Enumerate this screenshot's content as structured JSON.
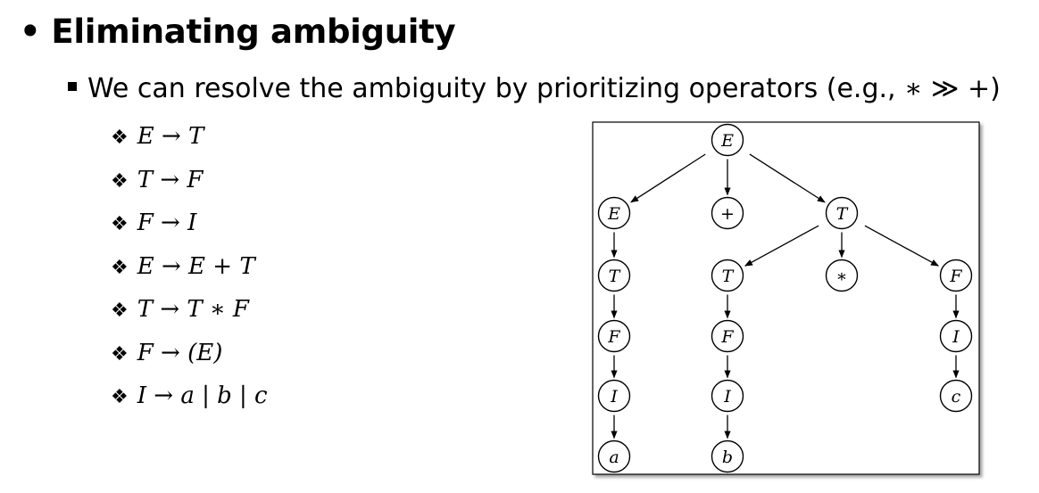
{
  "heading": {
    "bullet": "•",
    "text": "Eliminating ambiguity"
  },
  "subpoint": {
    "text": "We can resolve the ambiguity by prioritizing operators (e.g., ",
    "math": "∗ ≫ +",
    "close": ")"
  },
  "rules": {
    "bullet": "❖",
    "items": [
      "E → T",
      "T → F",
      "F → I",
      "E → E + T",
      "T → T ∗ F",
      "F → (E)",
      "I  → a | b | c"
    ]
  },
  "tree": {
    "nodes": [
      {
        "id": "n0",
        "label": "E"
      },
      {
        "id": "n1",
        "label": "E"
      },
      {
        "id": "n2",
        "label": "+"
      },
      {
        "id": "n3",
        "label": "T"
      },
      {
        "id": "n4",
        "label": "T"
      },
      {
        "id": "n5",
        "label": "F"
      },
      {
        "id": "n6",
        "label": "I"
      },
      {
        "id": "n7",
        "label": "a"
      },
      {
        "id": "n8",
        "label": "T"
      },
      {
        "id": "n9",
        "label": "∗"
      },
      {
        "id": "n10",
        "label": "F"
      },
      {
        "id": "n11",
        "label": "F"
      },
      {
        "id": "n12",
        "label": "I"
      },
      {
        "id": "n13",
        "label": "b"
      },
      {
        "id": "n14",
        "label": "I"
      },
      {
        "id": "n15",
        "label": "c"
      }
    ],
    "edges": [
      [
        "n0",
        "n1"
      ],
      [
        "n0",
        "n2"
      ],
      [
        "n0",
        "n3"
      ],
      [
        "n1",
        "n4"
      ],
      [
        "n4",
        "n5"
      ],
      [
        "n5",
        "n6"
      ],
      [
        "n6",
        "n7"
      ],
      [
        "n3",
        "n8"
      ],
      [
        "n3",
        "n9"
      ],
      [
        "n3",
        "n10"
      ],
      [
        "n8",
        "n11"
      ],
      [
        "n11",
        "n12"
      ],
      [
        "n12",
        "n13"
      ],
      [
        "n10",
        "n14"
      ],
      [
        "n14",
        "n15"
      ]
    ]
  }
}
